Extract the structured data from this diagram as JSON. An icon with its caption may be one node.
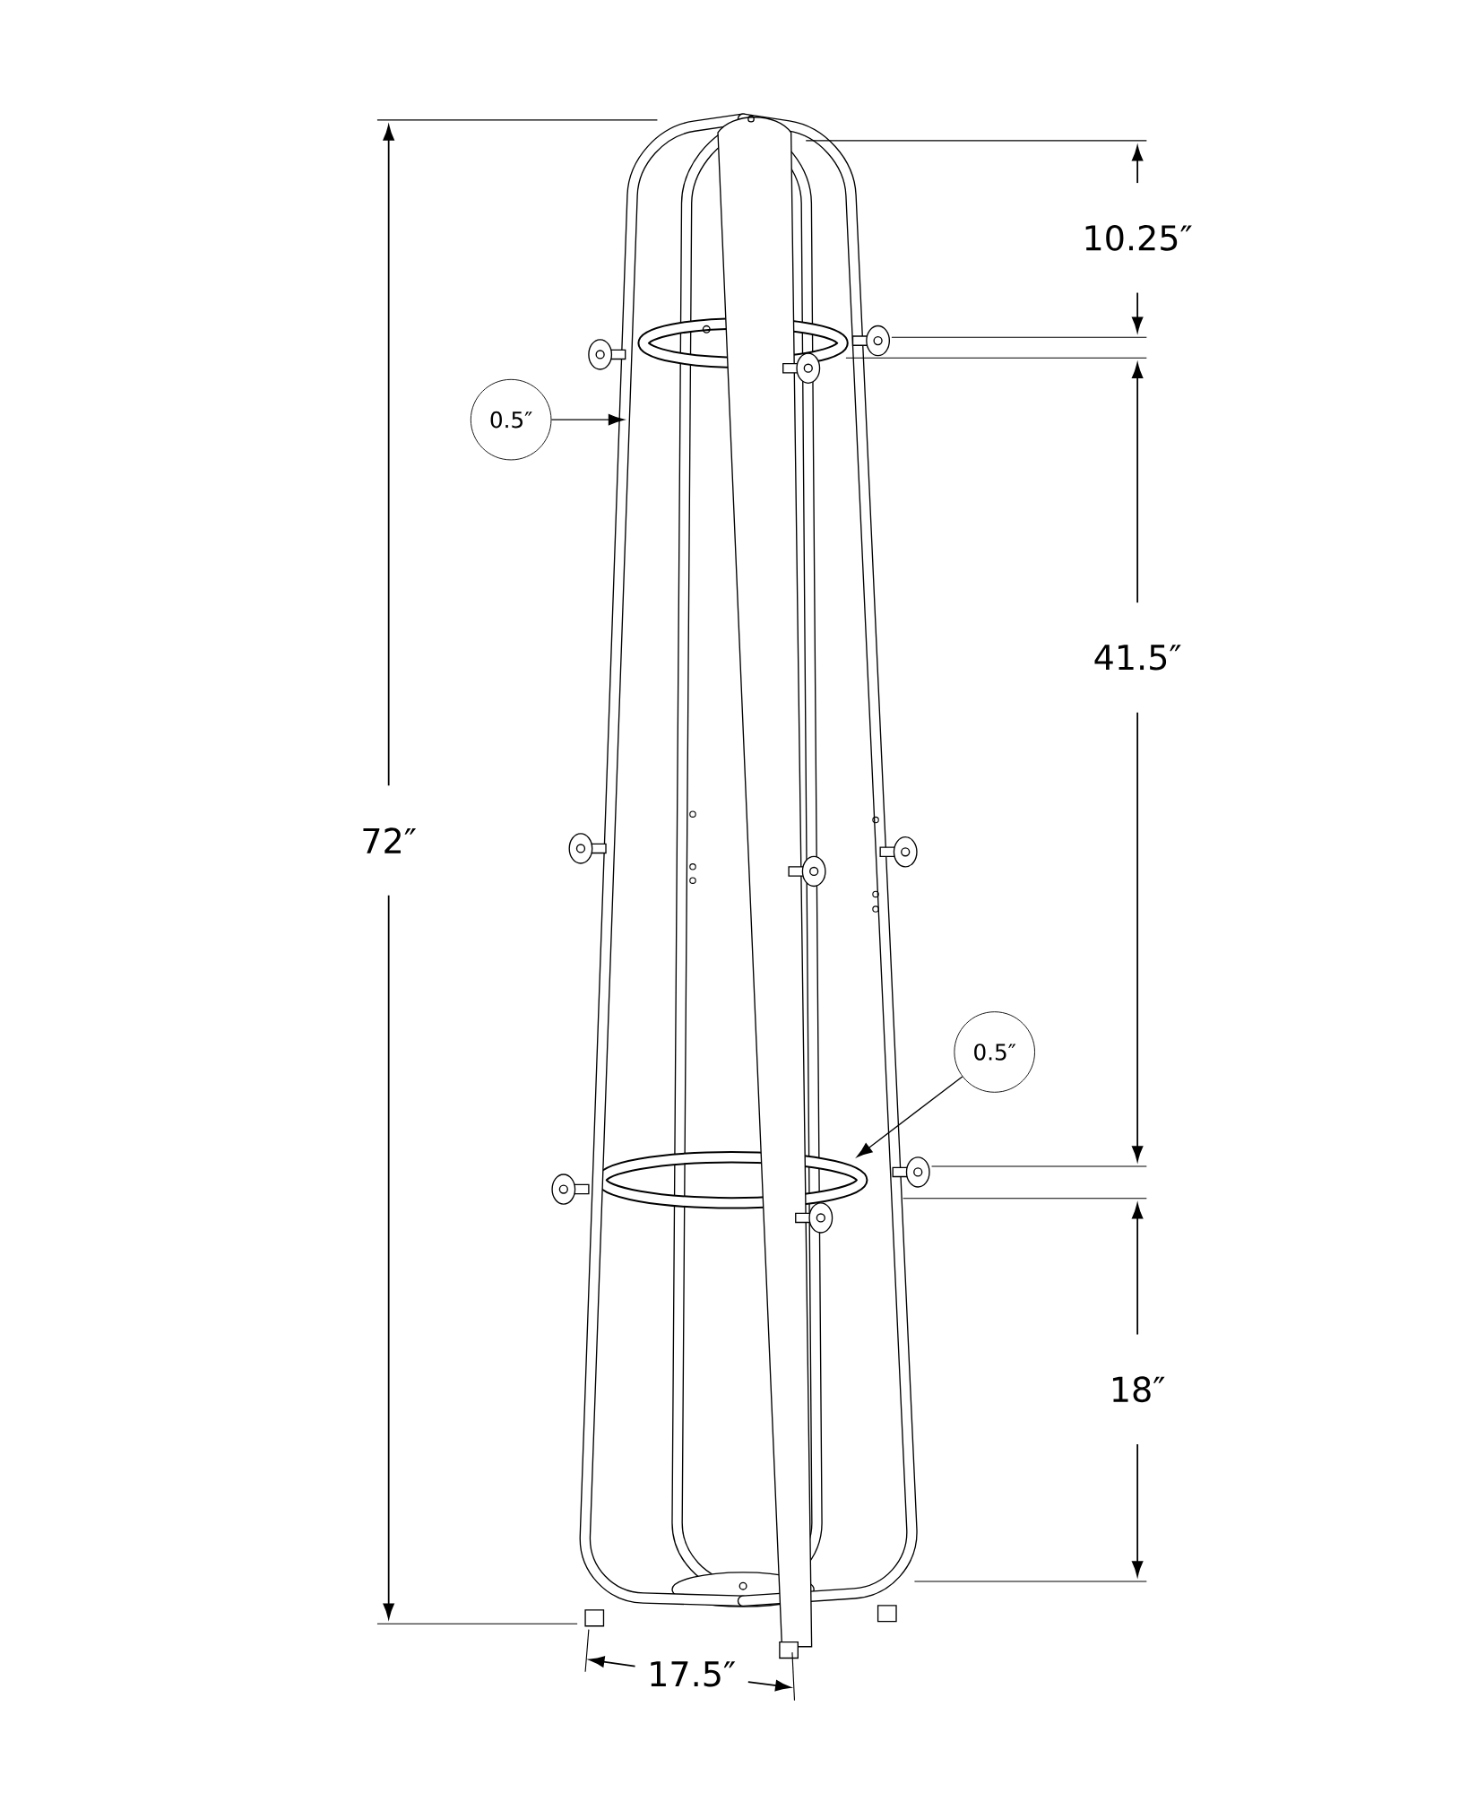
{
  "diagram": {
    "nodes": [
      {
        "text": [
          "0.5″"
        ]
      },
      {
        "text": [
          "0.5″"
        ]
      }
    ],
    "edges": [
      {
        "from": 0,
        "to": null,
        "arrow": "to"
      },
      {
        "from": 1,
        "to": null,
        "arrow": "to"
      }
    ],
    "labels": [
      "10.25″",
      "41.5″",
      "72″",
      "18″",
      "17.5″"
    ]
  }
}
